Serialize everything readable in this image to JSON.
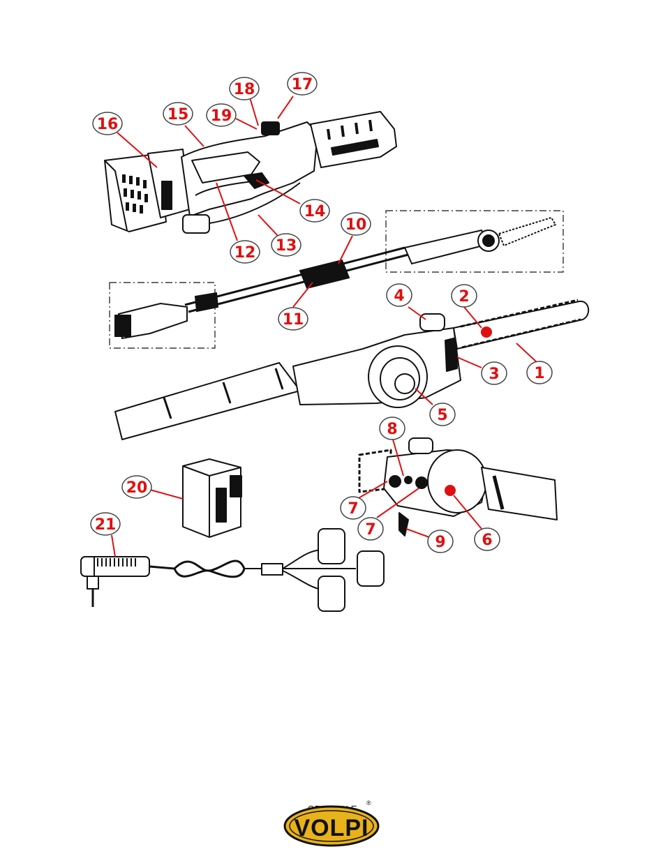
{
  "callouts": [
    {
      "id": "c1",
      "label": "1"
    },
    {
      "id": "c2",
      "label": "2"
    },
    {
      "id": "c3",
      "label": "3"
    },
    {
      "id": "c4",
      "label": "4"
    },
    {
      "id": "c5",
      "label": "5"
    },
    {
      "id": "c6",
      "label": "6"
    },
    {
      "id": "c7a",
      "label": "7"
    },
    {
      "id": "c7b",
      "label": "7"
    },
    {
      "id": "c8",
      "label": "8"
    },
    {
      "id": "c9",
      "label": "9"
    },
    {
      "id": "c10",
      "label": "10"
    },
    {
      "id": "c11",
      "label": "11"
    },
    {
      "id": "c12",
      "label": "12"
    },
    {
      "id": "c13",
      "label": "13"
    },
    {
      "id": "c14",
      "label": "14"
    },
    {
      "id": "c15",
      "label": "15"
    },
    {
      "id": "c16",
      "label": "16"
    },
    {
      "id": "c17",
      "label": "17"
    },
    {
      "id": "c18",
      "label": "18"
    },
    {
      "id": "c19",
      "label": "19"
    },
    {
      "id": "c20",
      "label": "20"
    },
    {
      "id": "c21",
      "label": "21"
    }
  ],
  "logo": {
    "top_text": "ORIGINALE",
    "registered": "®",
    "brand": "VOLPI"
  },
  "colors": {
    "callout_red": "#e01010",
    "line": "#111111",
    "logo_gold": "#e8b21a"
  }
}
